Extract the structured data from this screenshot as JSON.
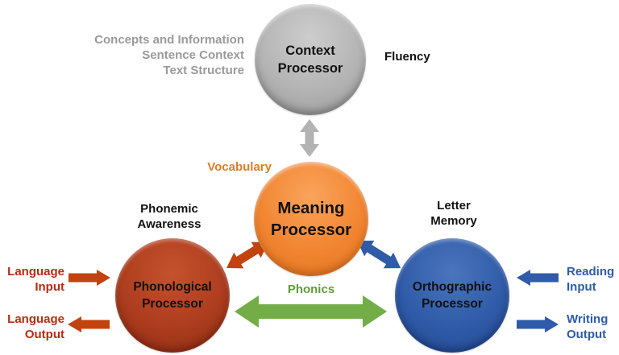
{
  "colors": {
    "bg": "#ffffff",
    "node-gray-light": "#cdcdcd",
    "node-gray": "#b4b4b4",
    "node-gray-dark": "#979797",
    "node-orange-light": "#f9a45c",
    "node-orange": "#f28531",
    "node-orange-dark": "#e0741f",
    "node-red-light": "#c5522e",
    "node-red": "#ad3d1e",
    "node-red-dark": "#8d2c12",
    "node-blue-light": "#4b75bc",
    "node-blue": "#2f5ba8",
    "node-blue-dark": "#23498e",
    "arrow-gray": "#b3b3b3",
    "arrow-red": "#c2430f",
    "arrow-blue": "#2f5ba8",
    "arrow-green": "#72ad47",
    "text-gray": "#9a9a9a",
    "text-black": "#111111",
    "text-red": "#b52c12",
    "text-blue": "#2f5ba8",
    "text-green": "#5f9c39",
    "text-orange": "#e07c28"
  },
  "nodes": {
    "context": {
      "line1": "Context",
      "line2": "Processor"
    },
    "meaning": {
      "line1": "Meaning",
      "line2": "Processor"
    },
    "phonological": {
      "line1": "Phonological",
      "line2": "Processor"
    },
    "orthographic": {
      "line1": "Orthographic",
      "line2": "Processor"
    }
  },
  "labels": {
    "context_lines": [
      "Concepts and Information",
      "Sentence Context",
      "Text Structure"
    ],
    "fluency": "Fluency",
    "vocabulary": "Vocabulary",
    "phonemic_awareness": [
      "Phonemic",
      "Awareness"
    ],
    "letter_memory": [
      "Letter",
      "Memory"
    ],
    "phonics": "Phonics",
    "language_input": [
      "Language",
      "Input"
    ],
    "language_output": [
      "Language",
      "Output"
    ],
    "reading_input": [
      "Reading",
      "Input"
    ],
    "writing_output": [
      "Writing",
      "Output"
    ]
  }
}
